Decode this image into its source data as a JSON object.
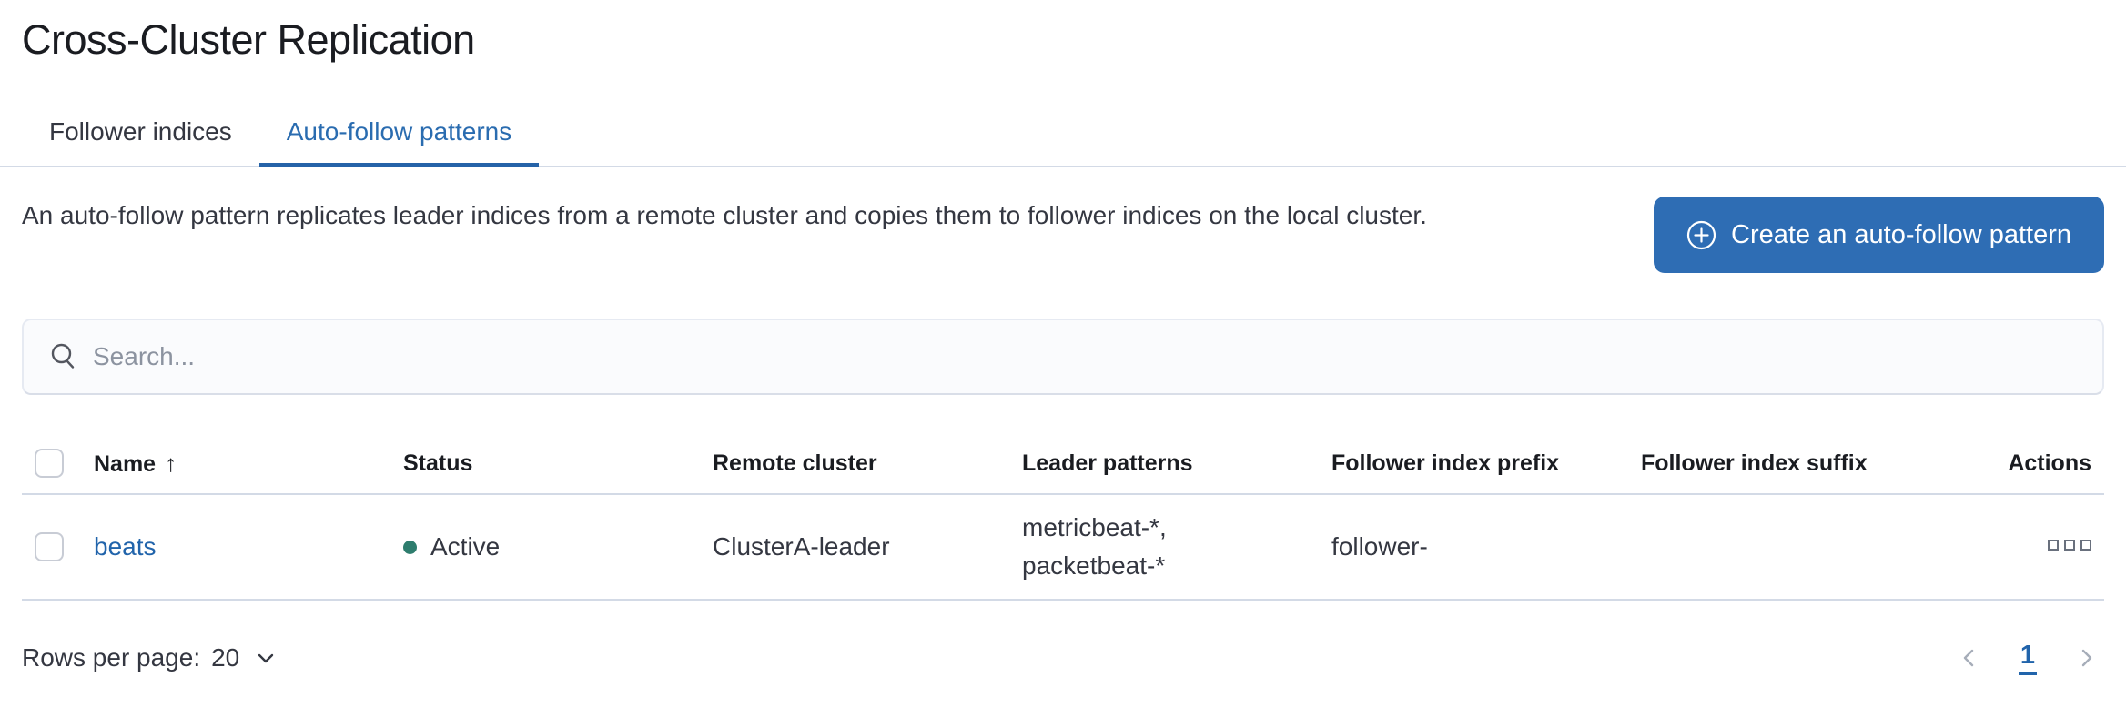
{
  "page": {
    "title": "Cross-Cluster Replication"
  },
  "tabs": [
    {
      "label": "Follower indices",
      "active": false
    },
    {
      "label": "Auto-follow patterns",
      "active": true
    }
  ],
  "description": "An auto-follow pattern replicates leader indices from a remote cluster and copies them to follower indices on the local cluster.",
  "create_button": {
    "label": "Create an auto-follow pattern",
    "icon": "plus-in-circle-icon"
  },
  "search": {
    "placeholder": "Search...",
    "icon": "magnifier-icon"
  },
  "table": {
    "columns": [
      {
        "label": "Name"
      },
      {
        "label": "Status"
      },
      {
        "label": "Remote cluster"
      },
      {
        "label": "Leader patterns"
      },
      {
        "label": "Follower index prefix"
      },
      {
        "label": "Follower index suffix"
      },
      {
        "label": "Actions"
      }
    ],
    "sort": {
      "column": "Name",
      "direction": "ascending",
      "arrow": "↑"
    },
    "rows": [
      {
        "name": "beats",
        "status": "Active",
        "remote_cluster": "ClusterA-leader",
        "leader_patterns": "metricbeat-*, packetbeat-*",
        "follower_index_prefix": "follower-",
        "follower_index_suffix": "",
        "actions_icon": "boxes-horizontal-icon"
      }
    ]
  },
  "footer": {
    "rows_per_page_label": "Rows per page:",
    "rows_per_page_value": "20",
    "pagination": {
      "prev_icon": "chevron-left",
      "current_page": "1",
      "next_icon": "chevron-right"
    }
  },
  "colors": {
    "primary_button": "#2e6db4",
    "active_tab": "#2a6cb0",
    "link": "#2164ab",
    "status_active_dot": "#2e7d6e",
    "border": "#d3dae6",
    "heading_text": "#1a1c21",
    "body_text": "#343741"
  }
}
